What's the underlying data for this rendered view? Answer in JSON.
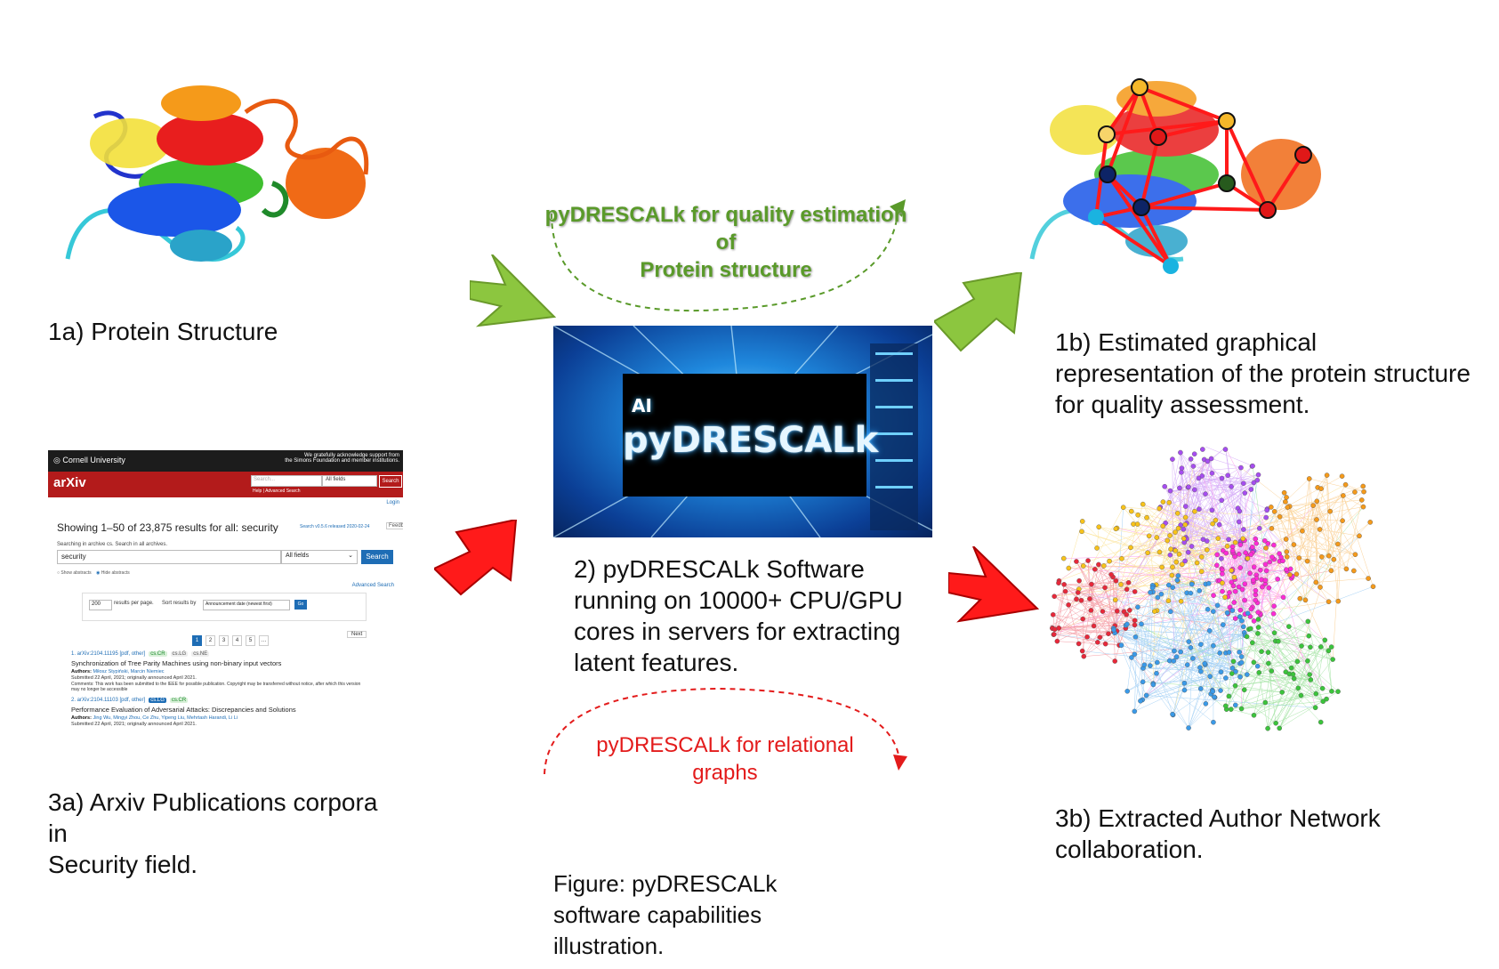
{
  "captions": {
    "protein_structure": "1a) Protein Structure",
    "graph_rep_line1": "1b) Estimated graphical",
    "graph_rep_line2": "representation of the protein structure",
    "graph_rep_line3": "for quality assessment.",
    "software_line1": "2) pyDRESCALk Software",
    "software_line2": "running on 10000+ CPU/GPU",
    "software_line3": "cores in servers for extracting",
    "software_line4": "latent features.",
    "arxiv_line1": "3a) Arxiv Publications corpora",
    "arxiv_line2": "in",
    "arxiv_line3": "Security field.",
    "author_net_line1": "3b) Extracted Author Network",
    "author_net_line2": "collaboration.",
    "figure_line1": "Figure: pyDRESCALk",
    "figure_line2": "software capabilities",
    "figure_line3": "illustration."
  },
  "annotations": {
    "quality_line1": "pyDRESCALk for quality estimation of",
    "quality_line2": "Protein structure",
    "relational_line1": "pyDRESCALk for relational",
    "relational_line2": "graphs",
    "quality_color": "#5a9a2a",
    "relational_color": "#e31b1b"
  },
  "server_image": {
    "logo": "pyDRESCALk",
    "badge": "AI"
  },
  "arxiv": {
    "university": "Cornell University",
    "ack_line1": "We gratefully acknowledge support from",
    "ack_line2": "the Simons Foundation and member institutions.",
    "brand": "arXiv",
    "search_placeholder": "Search...",
    "field_select": "All fields",
    "search_button": "Search",
    "help_links": "Help | Advanced Search",
    "login": "Login",
    "results_heading": "Showing 1–50 of 23,875 results for all: security",
    "version_note": "Search v0.5.6 released 2020-02-24",
    "feedback": "Feedback?",
    "archive_note": "Searching in archive cs. Search in all archives.",
    "query": "security",
    "field_select_2": "All fields",
    "search_button_2": "Search",
    "show_abstracts": "Show abstracts",
    "hide_abstracts": "Hide abstracts",
    "advanced_search": "Advanced Search",
    "per_page": "200",
    "per_page_label": "results per page.",
    "sort_label": "Sort results by",
    "sort_value": "Announcement date (newest first)",
    "go": "Go",
    "pages": [
      "1",
      "2",
      "3",
      "4",
      "5",
      "…"
    ],
    "next": "Next",
    "results": [
      {
        "id": "1. arXiv:2104.11195",
        "links": "[pdf, other]",
        "tags": [
          "cs.CR",
          "cs.LG",
          "cs.NE"
        ],
        "title": "Synchronization of Tree Parity Machines using non-binary input vectors",
        "authors_label": "Authors:",
        "authors": "Miłosz Stypiński, Marcin Niemiec",
        "submitted": "Submitted 22 April, 2021; originally announced April 2021.",
        "comments": "Comments: This work has been submitted to the IEEE for possible publication. Copyright may be transferred without notice, after which this version may no longer be accessible"
      },
      {
        "id": "2. arXiv:2104.11103",
        "links": "[pdf, other]",
        "tags": [
          "cs.LG",
          "cs.CR"
        ],
        "title": "Performance Evaluation of Adversarial Attacks: Discrepancies and Solutions",
        "authors_label": "Authors:",
        "authors": "Jing Wu, Mingyi Zhou, Ce Zhu, Yipeng Liu, Mehrtash Harandi, Li Li",
        "submitted": "Submitted 22 April, 2021; originally announced April 2021."
      }
    ]
  },
  "colors": {
    "arrow_green": "#8cc63f",
    "arrow_red": "#ff1a1a",
    "graph_edge": "#ff1a1a",
    "arxiv_red": "#b31b1b",
    "arxiv_blue": "#1e6db5"
  }
}
